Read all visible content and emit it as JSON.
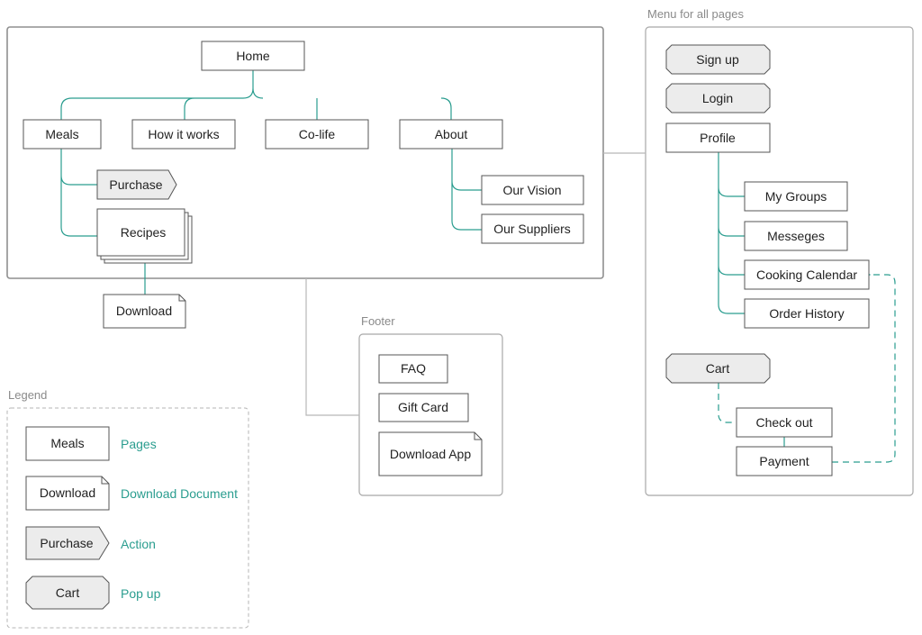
{
  "sections": {
    "menu_label": "Menu for all pages",
    "footer_label": "Footer",
    "legend_label": "Legend"
  },
  "site": {
    "home": "Home",
    "meals": "Meals",
    "how_it_works": "How it works",
    "co_life": "Co-life",
    "about": "About",
    "purchase": "Purchase",
    "recipes": "Recipes",
    "download": "Download",
    "our_vision": "Our Vision",
    "our_suppliers": "Our Suppliers"
  },
  "menu": {
    "sign_up": "Sign up",
    "login": "Login",
    "profile": "Profile",
    "my_groups": "My Groups",
    "messages": "Messeges",
    "cooking_calendar": "Cooking Calendar",
    "order_history": "Order History",
    "cart": "Cart",
    "check_out": "Check out",
    "payment": "Payment"
  },
  "footer": {
    "faq": "FAQ",
    "gift_card": "Gift Card",
    "download_app": "Download App"
  },
  "legend": {
    "page_sample": "Meals",
    "page_desc": "Pages",
    "doc_sample": "Download",
    "doc_desc": "Download Document",
    "action_sample": "Purchase",
    "action_desc": "Action",
    "popup_sample": "Cart",
    "popup_desc": "Pop up"
  },
  "colors": {
    "connector": "#2a9d8f",
    "node_fill": "#ffffff",
    "action_fill": "#ececec",
    "frame_border": "#9a9a9a"
  }
}
